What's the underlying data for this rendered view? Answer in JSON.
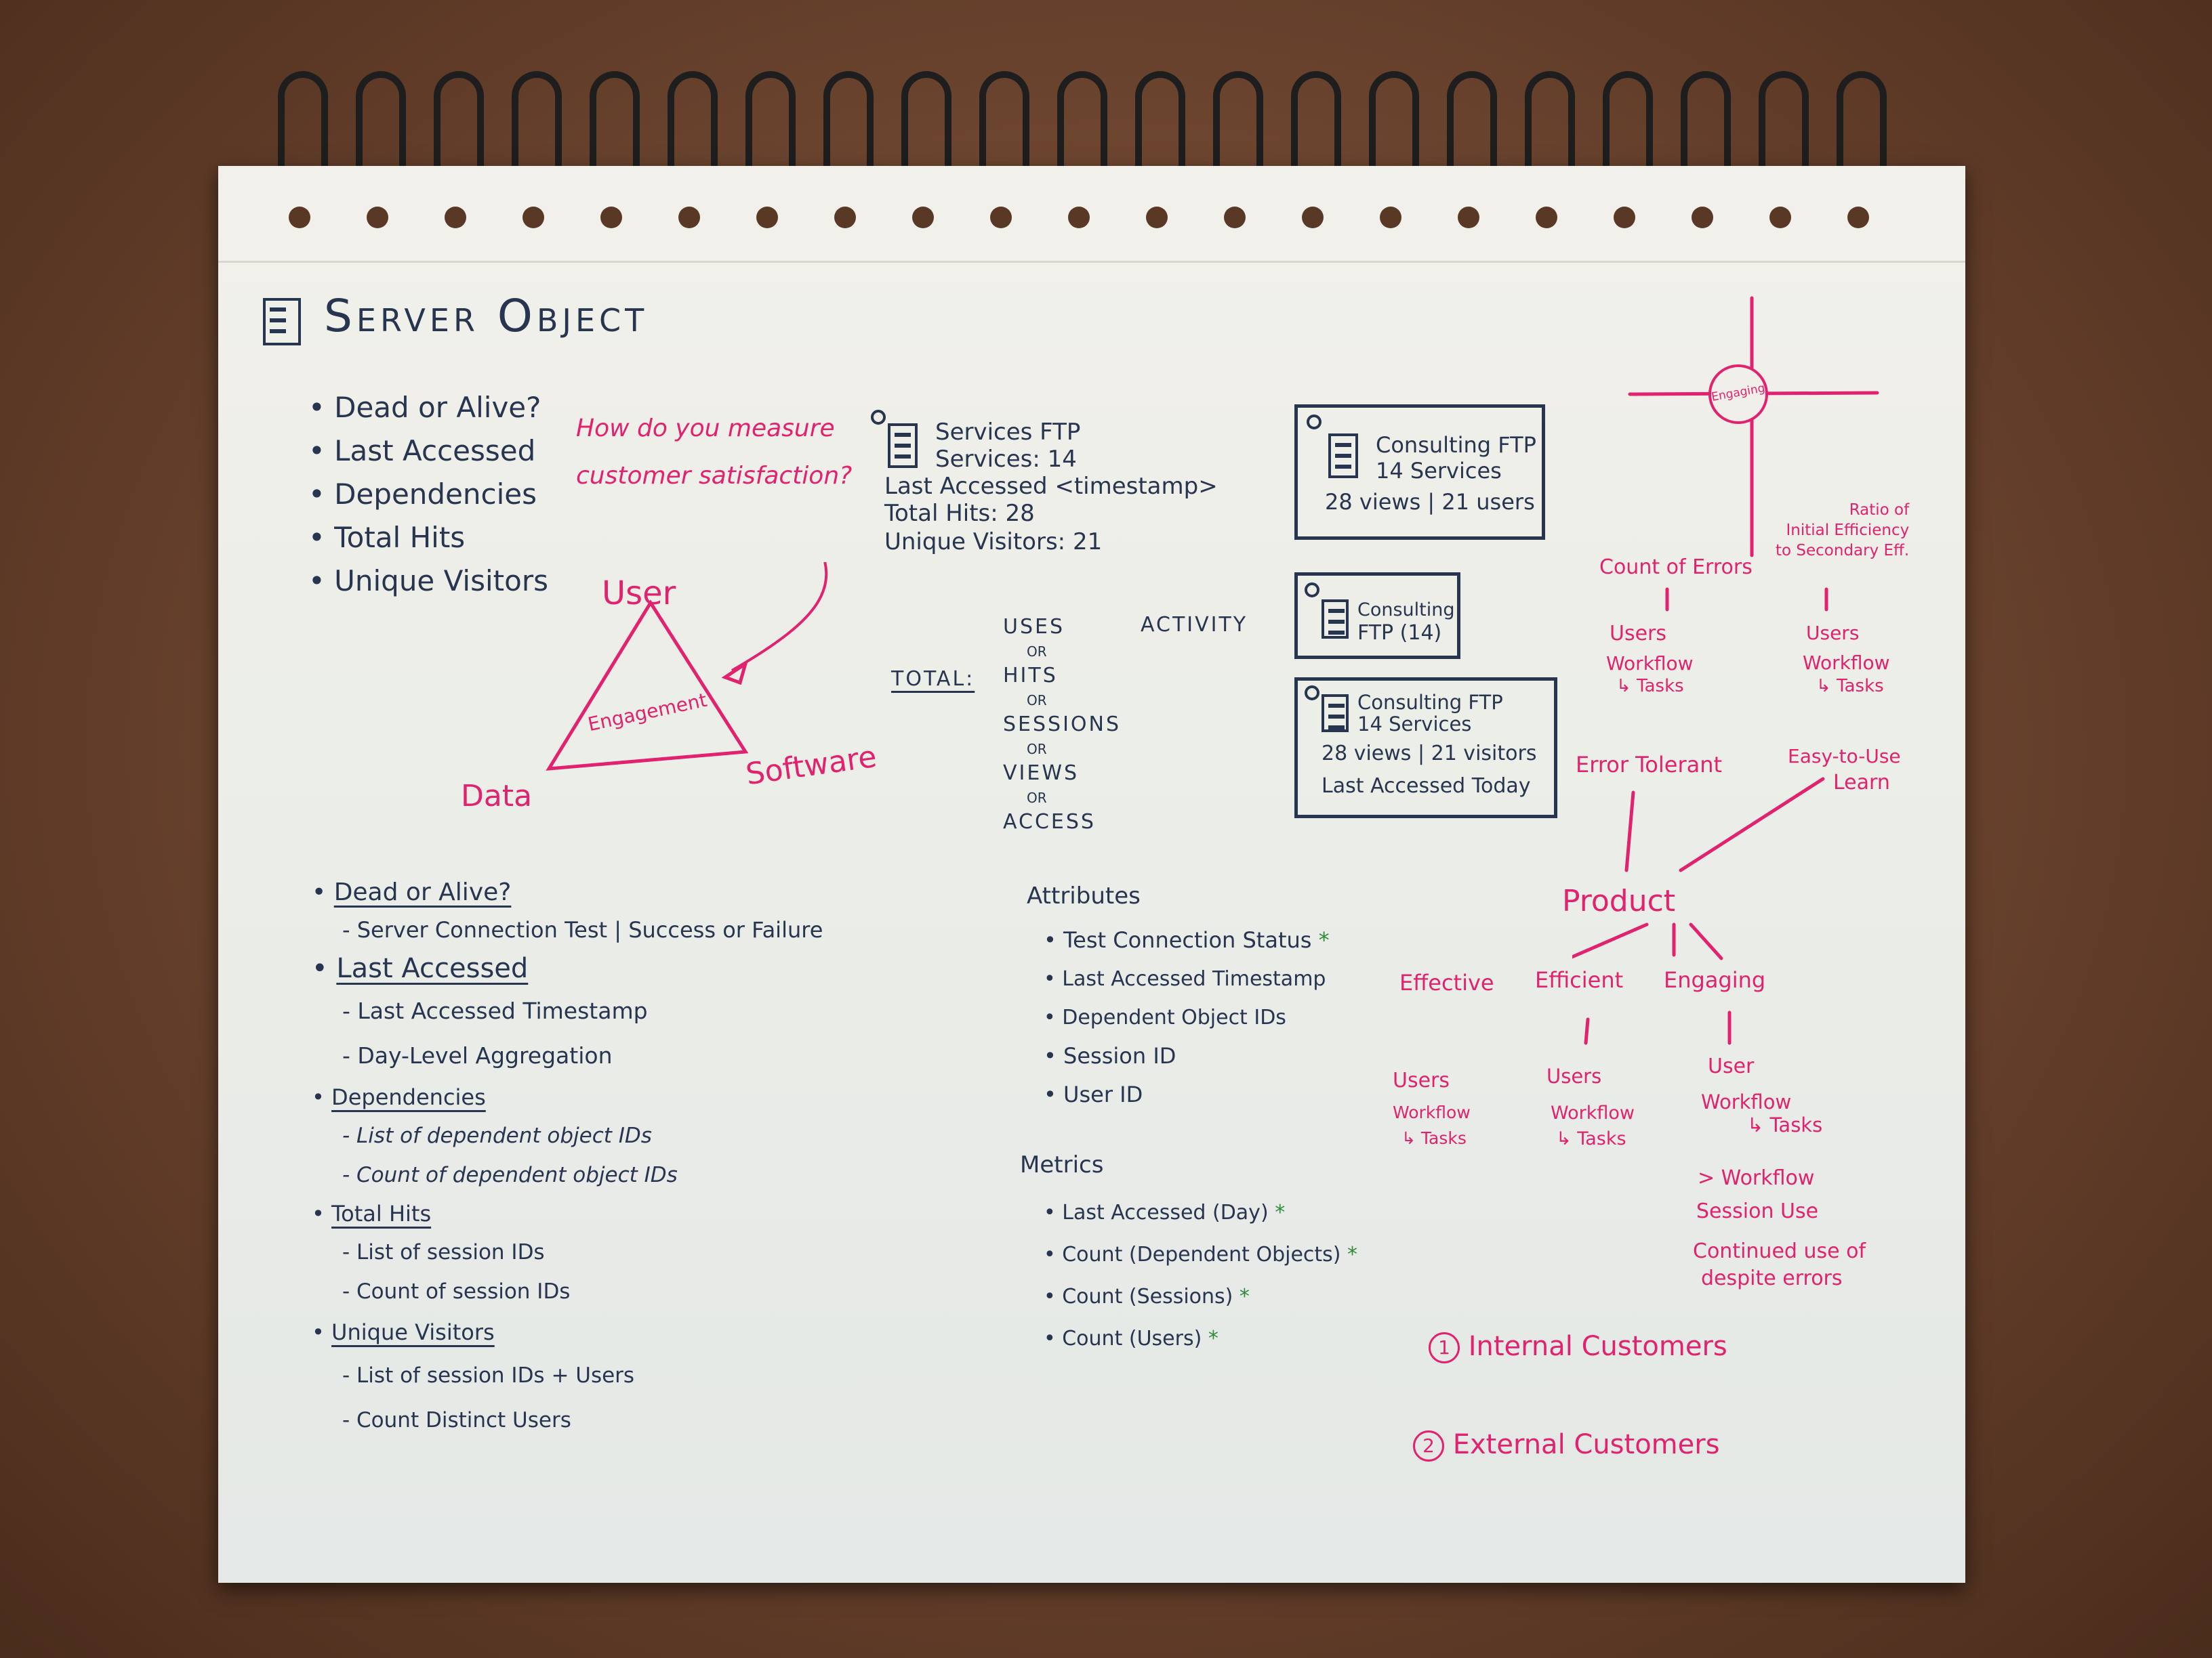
{
  "header": {
    "title": "Server Object"
  },
  "questions": [
    "Dead or Alive?",
    "Last Accessed",
    "Dependencies",
    "Total Hits",
    "Unique Visitors"
  ],
  "measure_note": "How do you measure customer satisfaction?",
  "triangle": {
    "top": "User",
    "center": "Engagement",
    "left": "Data",
    "right": "Software"
  },
  "card1": {
    "title": "Services FTP",
    "services": "Services: 14",
    "accessed": "Last Accessed <timestamp>",
    "hits": "Total Hits: 28",
    "visitors": "Unique Visitors: 21"
  },
  "card2": {
    "title": "Consulting FTP",
    "services": "14 Services",
    "stats": "28 views | 21 users"
  },
  "card3": {
    "title": "Consulting",
    "subtitle": "FTP (14)"
  },
  "card4": {
    "title": "Consulting FTP",
    "services": "14 Services",
    "stats": "28 views | 21 visitors",
    "accessed": "Last Accessed Today"
  },
  "total": {
    "label": "Total:",
    "activity": "Activity",
    "options": [
      "Uses",
      "or",
      "Hits",
      "or",
      "Sessions",
      "or",
      "Views",
      "or",
      "Access"
    ]
  },
  "details": {
    "dead": {
      "title": "Dead or Alive?",
      "items": [
        "- Server Connection Test | Success or Failure"
      ]
    },
    "accessed": {
      "title": "Last Accessed",
      "items": [
        "- Last Accessed Timestamp",
        "- Day-Level Aggregation"
      ]
    },
    "deps": {
      "title": "Dependencies",
      "items": [
        "- List of dependent object IDs",
        "- Count of dependent object IDs"
      ]
    },
    "hits": {
      "title": "Total Hits",
      "items": [
        "- List of session IDs",
        "- Count of session IDs"
      ]
    },
    "visitors": {
      "title": "Unique Visitors",
      "items": [
        "- List of session IDs + Users",
        "- Count Distinct Users"
      ]
    }
  },
  "attributes": {
    "title": "Attributes",
    "items": [
      "Test Connection Status",
      "Last Accessed Timestamp",
      "Dependent Object IDs",
      "Session ID",
      "User ID"
    ]
  },
  "metrics": {
    "title": "Metrics",
    "items": [
      "Last Accessed (Day)",
      "Count (Dependent Objects)",
      "Count (Sessions)",
      "Count (Users)"
    ]
  },
  "star": "*",
  "diagram": {
    "compass_center": "Engaging",
    "count_errors": "Count of Errors",
    "ratio": [
      "Ratio of",
      "Initial Efficiency",
      "to Secondary Eff."
    ],
    "users_left": "Users",
    "users_right": "Users",
    "workflow_left": "Workflow",
    "tasks_left": "↳ Tasks",
    "workflow_right": "Workflow",
    "tasks_right": "↳ Tasks",
    "error_tolerant": "Error Tolerant",
    "easy_to": "Easy-to-Use",
    "learn": "Learn",
    "product": "Product",
    "effective": "Effective",
    "efficient": "Efficient",
    "engaging": "Engaging",
    "eff_users": "Users",
    "eff_workflow": "Workflow",
    "eff_tasks": "↳ Tasks",
    "effi_users": "Users",
    "effi_workflow": "Workflow",
    "effi_tasks": "↳ Tasks",
    "eng_user": "User",
    "eng_workflow": "Workflow",
    "eng_tasks": "↳ Tasks",
    "eng_workflow2": "> Workflow",
    "session_use": "Session Use",
    "continued": "Continued use of",
    "despite": "despite errors",
    "internal": "Internal Customers",
    "external": "External Customers",
    "num1": "1",
    "num2": "2"
  }
}
